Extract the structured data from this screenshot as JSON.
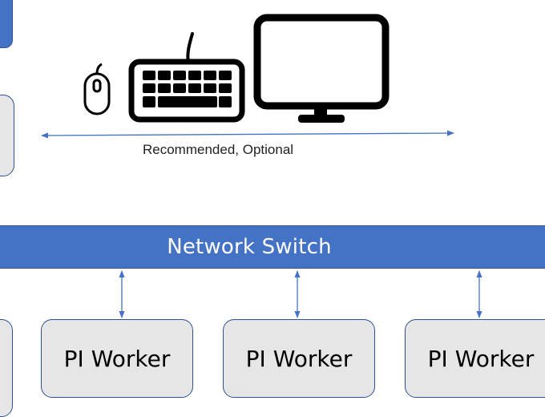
{
  "peripherals": {
    "caption": "Recommended, Optional",
    "icons": [
      "mouse-icon",
      "keyboard-icon",
      "monitor-icon"
    ]
  },
  "network_switch": {
    "label": "Network Switch"
  },
  "workers": [
    {
      "label": "PI Worker"
    },
    {
      "label": "PI Worker"
    },
    {
      "label": "PI Worker"
    }
  ],
  "colors": {
    "switch_fill": "#4472c4",
    "box_border": "#2f528f",
    "node_fill": "#e7e6e6",
    "arrow": "#4472c4"
  }
}
